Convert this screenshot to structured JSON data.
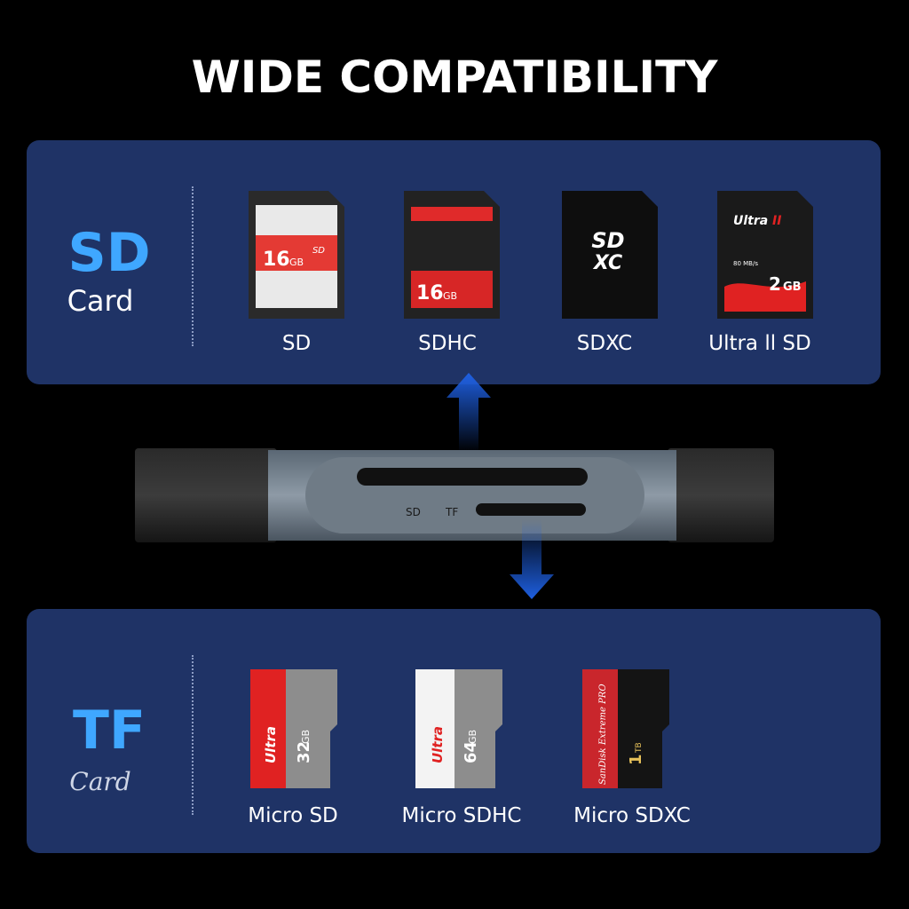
{
  "title": "WIDE COMPATIBILITY",
  "sd_panel": {
    "big": "SD",
    "sub": "Card",
    "items": [
      {
        "label": "SD",
        "card_text": "16",
        "card_unit": "GB"
      },
      {
        "label": "SDHC",
        "card_text": "16",
        "card_unit": "GB"
      },
      {
        "label": "SDXC",
        "card_text": "SD XC"
      },
      {
        "label": "Ultra ll SD",
        "card_text": "2",
        "card_unit": "GB",
        "brand": "Ultra",
        "speed": "80 MB/s"
      }
    ]
  },
  "tf_panel": {
    "big": "TF",
    "sub": "Card",
    "items": [
      {
        "label": "Micro SD",
        "brand": "Ultra",
        "cap": "32",
        "unit": "GB"
      },
      {
        "label": "Micro SDHC",
        "brand": "Ultra",
        "cap": "64",
        "unit": "GB"
      },
      {
        "label": "Micro SDXC",
        "brand": "SanDisk Extreme PRO",
        "cap": "1",
        "unit": "TB"
      }
    ]
  },
  "reader": {
    "slot_sd": "SD",
    "slot_tf": "TF"
  },
  "colors": {
    "panel": "#1f3366",
    "accent": "#3fa7ff",
    "arrow": "#1e5fe0"
  }
}
